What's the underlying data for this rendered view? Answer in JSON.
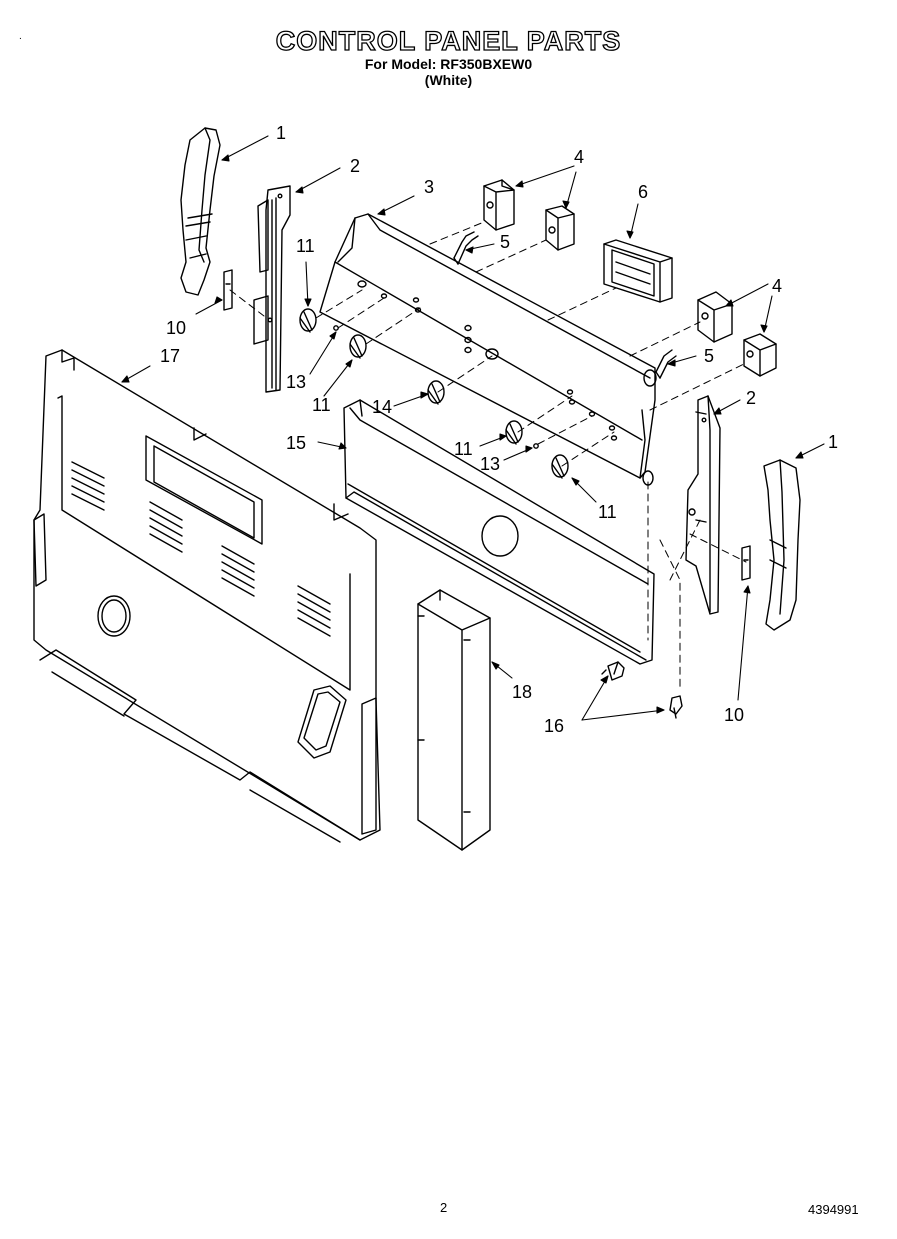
{
  "header": {
    "title": "CONTROL PANEL PARTS",
    "subtitle": "For Model: RF350BXEW0",
    "variant": "(White)"
  },
  "footer": {
    "page_number": "2",
    "doc_number": "4394991",
    "tick": "."
  },
  "callouts": {
    "c1a": "1",
    "c2a": "2",
    "c3": "3",
    "c4a": "4",
    "c5a": "5",
    "c6": "6",
    "c11a": "11",
    "c10a": "10",
    "c17": "17",
    "c13a": "13",
    "c11b": "11",
    "c14": "14",
    "c15": "15",
    "c11c": "11",
    "c13b": "13",
    "c11d": "11",
    "c4b": "4",
    "c5b": "5",
    "c2b": "2",
    "c1b": "1",
    "c18": "18",
    "c16": "16",
    "c10b": "10"
  }
}
